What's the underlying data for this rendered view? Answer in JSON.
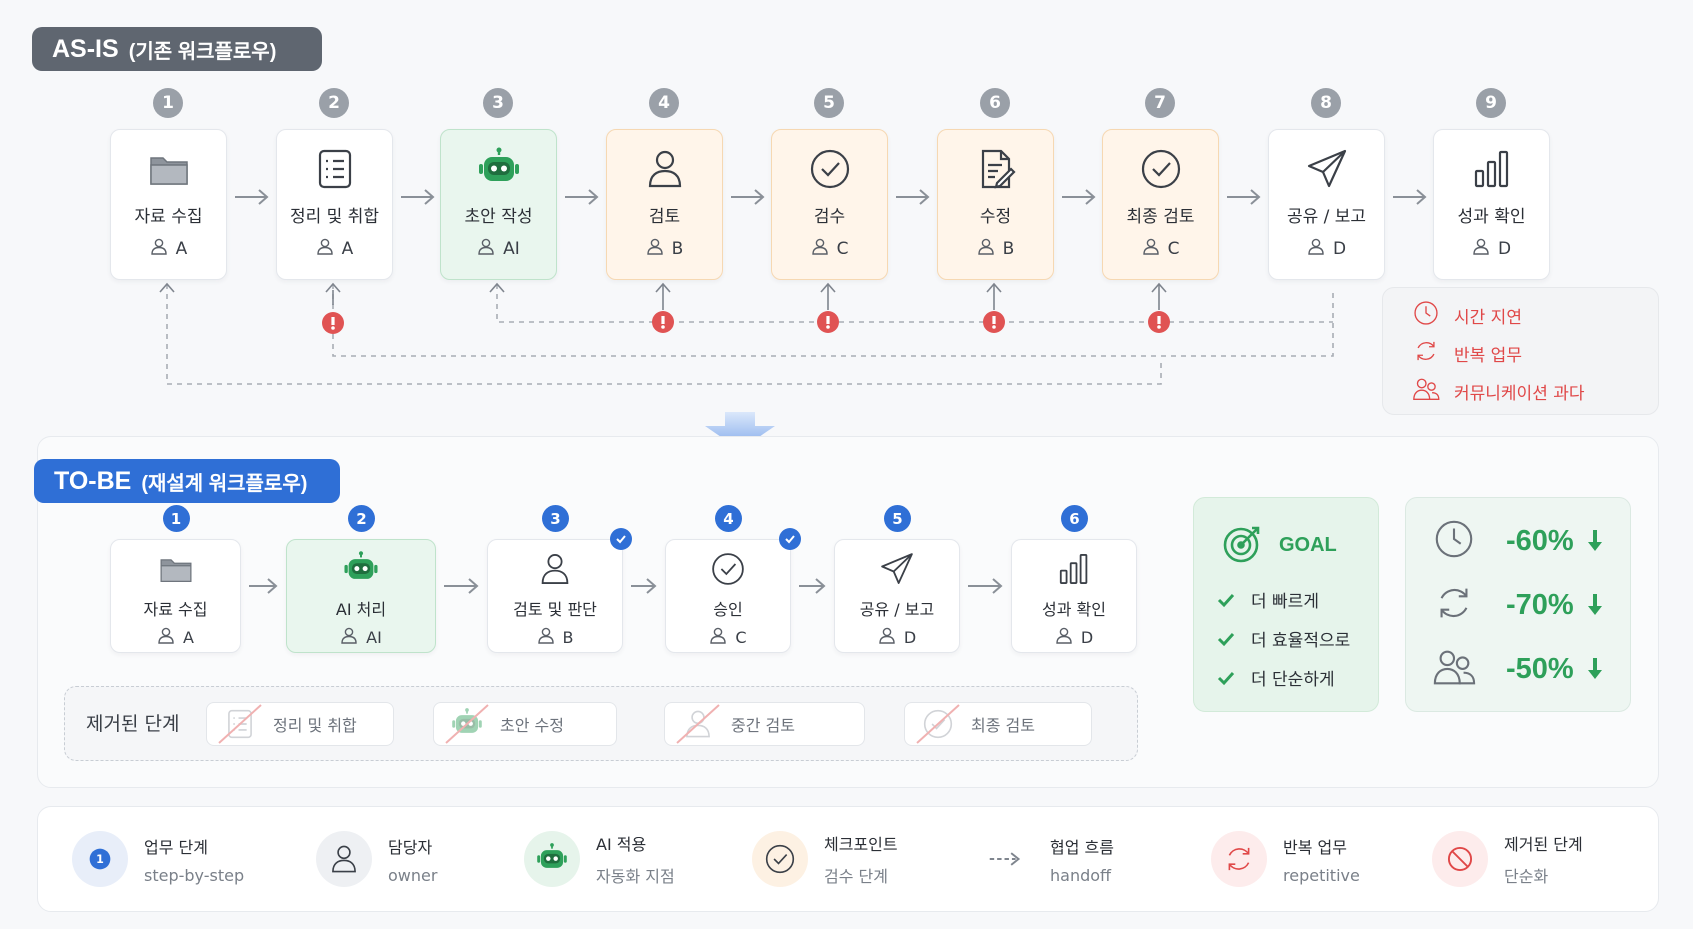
{
  "asis": {
    "tag_main": "AS-IS",
    "tag_sub": "(기존 워크플로우)",
    "steps": [
      {
        "num": "1",
        "title": "자료 수집",
        "owner": "A",
        "style": "plain",
        "icon": "folder-icon"
      },
      {
        "num": "2",
        "title": "정리 및 취합",
        "owner": "A",
        "style": "plain",
        "icon": "list-icon"
      },
      {
        "num": "3",
        "title": "초안 작성",
        "owner": "AI",
        "style": "green",
        "icon": "robot-icon"
      },
      {
        "num": "4",
        "title": "검토",
        "owner": "B",
        "style": "orange",
        "icon": "person-icon"
      },
      {
        "num": "5",
        "title": "검수",
        "owner": "C",
        "style": "orange",
        "icon": "check-circle-icon"
      },
      {
        "num": "6",
        "title": "수정",
        "owner": "B",
        "style": "orange",
        "icon": "edit-doc-icon"
      },
      {
        "num": "7",
        "title": "최종 검토",
        "owner": "C",
        "style": "orange",
        "icon": "check-circle-icon"
      },
      {
        "num": "8",
        "title": "공유 / 보고",
        "owner": "D",
        "style": "plain",
        "icon": "send-icon"
      },
      {
        "num": "9",
        "title": "성과 확인",
        "owner": "D",
        "style": "plain",
        "icon": "bar-chart-icon"
      }
    ],
    "issues": [
      {
        "label": "시간 지연",
        "icon": "clock-icon"
      },
      {
        "label": "반복 업무",
        "icon": "refresh-icon"
      },
      {
        "label": "커뮤니케이션 과다",
        "icon": "people-icon"
      }
    ]
  },
  "tobe": {
    "tag_main": "TO-BE",
    "tag_sub": "(재설계 워크플로우)",
    "steps": [
      {
        "num": "1",
        "title": "자료 수집",
        "owner": "A",
        "style": "plain",
        "icon": "folder-icon"
      },
      {
        "num": "2",
        "title": "AI 처리",
        "owner": "AI",
        "style": "green",
        "icon": "robot-icon"
      },
      {
        "num": "3",
        "title": "검토 및 판단",
        "owner": "B",
        "style": "plain",
        "icon": "person-icon"
      },
      {
        "num": "4",
        "title": "승인",
        "owner": "C",
        "style": "plain",
        "icon": "check-circle-icon"
      },
      {
        "num": "5",
        "title": "공유 / 보고",
        "owner": "D",
        "style": "plain",
        "icon": "send-icon"
      },
      {
        "num": "6",
        "title": "성과 확인",
        "owner": "D",
        "style": "plain",
        "icon": "bar-chart-icon"
      }
    ],
    "removed_label": "제거된 단계",
    "removed": [
      {
        "label": "정리 및 취합",
        "icon": "list-icon"
      },
      {
        "label": "초안 수정",
        "icon": "robot-icon"
      },
      {
        "label": "중간 검토",
        "icon": "person-icon"
      },
      {
        "label": "최종 검토",
        "icon": "check-circle-icon"
      }
    ],
    "goal_title": "GOAL",
    "goals": [
      "더 빠르게",
      "더 효율적으로",
      "더 단순하게"
    ],
    "stats": [
      {
        "value": "-60%",
        "icon": "clock-icon"
      },
      {
        "value": "-70%",
        "icon": "refresh-icon"
      },
      {
        "value": "-50%",
        "icon": "people-icon"
      }
    ]
  },
  "legend": [
    {
      "l1": "업무 단계",
      "l2": "step-by-step",
      "icon": "step-number-icon",
      "bg": "#e8eef9"
    },
    {
      "l1": "담당자",
      "l2": "owner",
      "icon": "person-icon",
      "bg": "#eef0f3"
    },
    {
      "l1": "AI 적용",
      "l2": "자동화 지점",
      "icon": "robot-icon",
      "bg": "#e6f4eb"
    },
    {
      "l1": "체크포인트",
      "l2": "검수 단계",
      "icon": "check-circle-icon",
      "bg": "#fdf1e3"
    },
    {
      "l1": "협업 흐름",
      "l2": "handoff",
      "icon": "dashed-arrow-icon",
      "bg": "transparent"
    },
    {
      "l1": "반복 업무",
      "l2": "repetitive",
      "icon": "refresh-icon",
      "bg": "#fdecec"
    },
    {
      "l1": "제거된 단계",
      "l2": "단순화",
      "icon": "prohibited-icon",
      "bg": "#fdecec"
    }
  ],
  "colors": {
    "blue": "#2f6fd6",
    "green": "#2ea05a",
    "red": "#e04848",
    "gray": "#5f6670"
  }
}
